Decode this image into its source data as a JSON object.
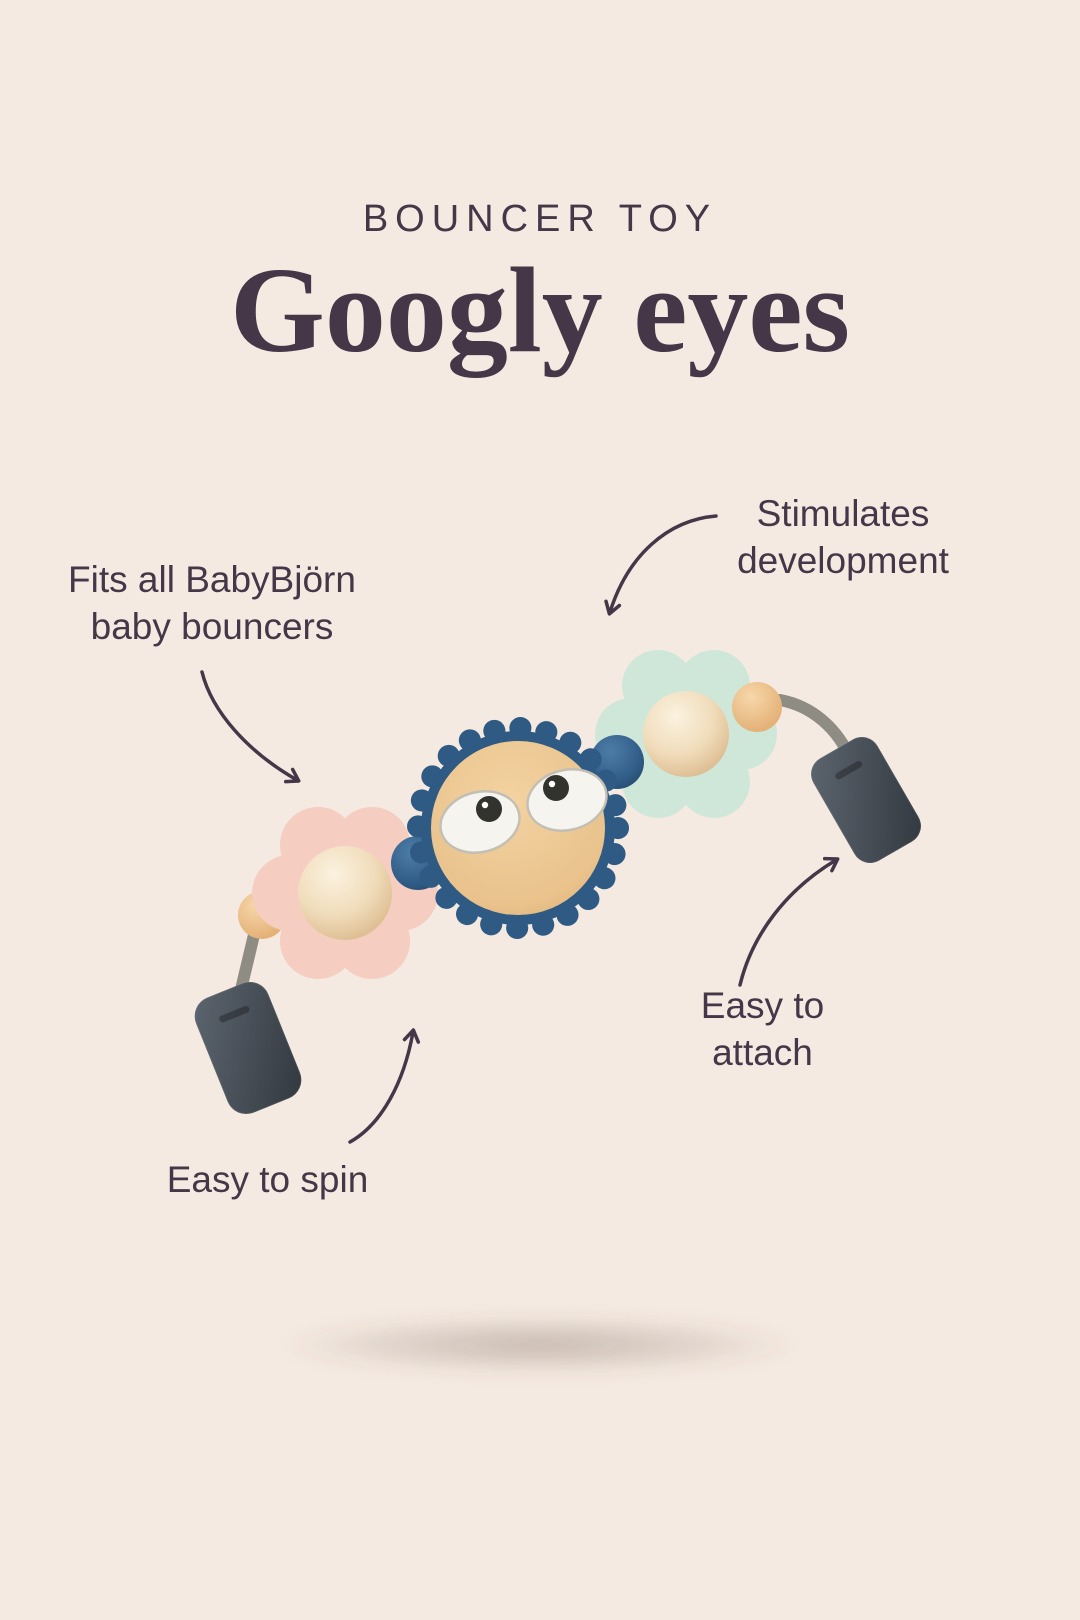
{
  "header": {
    "kicker": "BOUNCER TOY",
    "title": "Googly eyes"
  },
  "annotations": {
    "fits_all": {
      "line1": "Fits all BabyBjörn",
      "line2": "baby bouncers"
    },
    "stimulates": {
      "line1": "Stimulates",
      "line2": "development"
    },
    "easy_attach": {
      "line1": "Easy to",
      "line2": "attach"
    },
    "easy_spin": {
      "line1": "Easy to spin"
    }
  },
  "icons": {
    "arrow_fits_all": "curved-arrow-icon",
    "arrow_stimulates": "curved-arrow-icon",
    "arrow_easy_attach": "curved-arrow-icon",
    "arrow_easy_spin": "curved-arrow-icon"
  },
  "colors": {
    "background": "#f5eae1",
    "text": "#453648",
    "pink": "#f5cdc1",
    "mint": "#cfe7d9",
    "blue": "#2e5a84",
    "peach": "#eec28e",
    "wood": "#f0dcba",
    "rod_gray": "#8e8c83",
    "clip_gray": "#434a53"
  }
}
